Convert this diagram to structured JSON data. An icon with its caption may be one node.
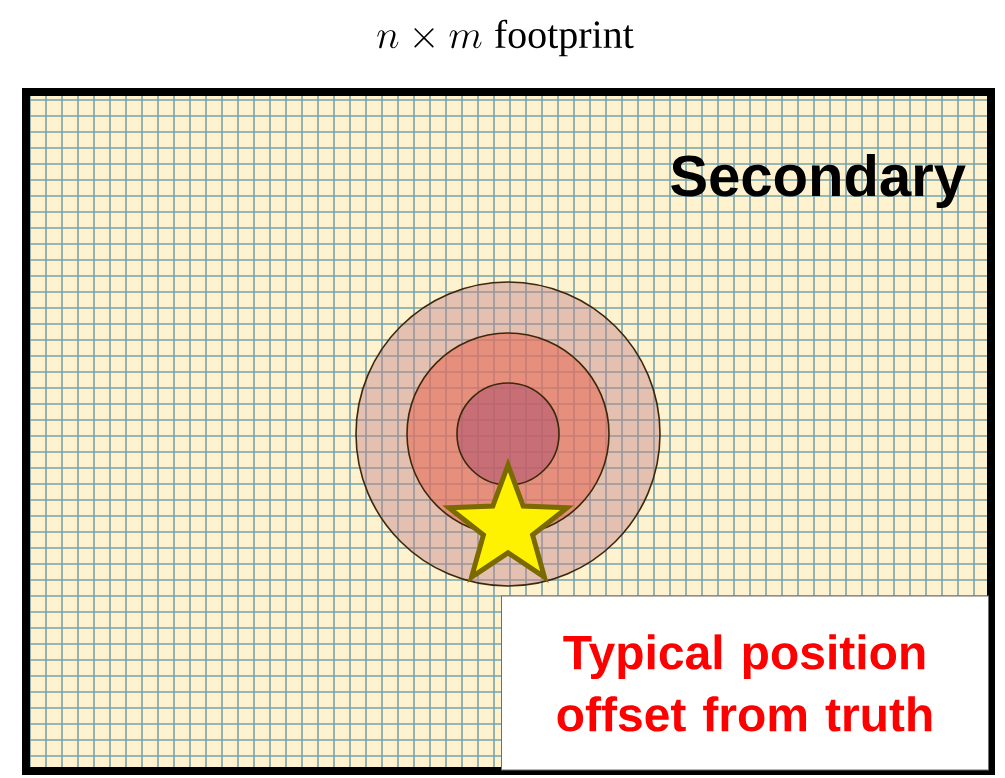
{
  "diagram": {
    "title": "n \\times m\\ \\mathrm{footprint}",
    "nodes": [
      {
        "text": [
          "Secondary"
        ]
      },
      {
        "text": [
          "Typical position offset from truth"
        ],
        "in": 0
      }
    ]
  }
}
